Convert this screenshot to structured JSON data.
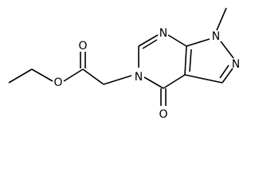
{
  "structure": {
    "atoms": {
      "n_methyl": "N",
      "n_pyrazole": "N",
      "n_pyrimidine": "N",
      "n_substituted": "N",
      "o_carbonyl_ring": "O",
      "o_ester_carbonyl": "O",
      "o_ester": "O"
    }
  }
}
